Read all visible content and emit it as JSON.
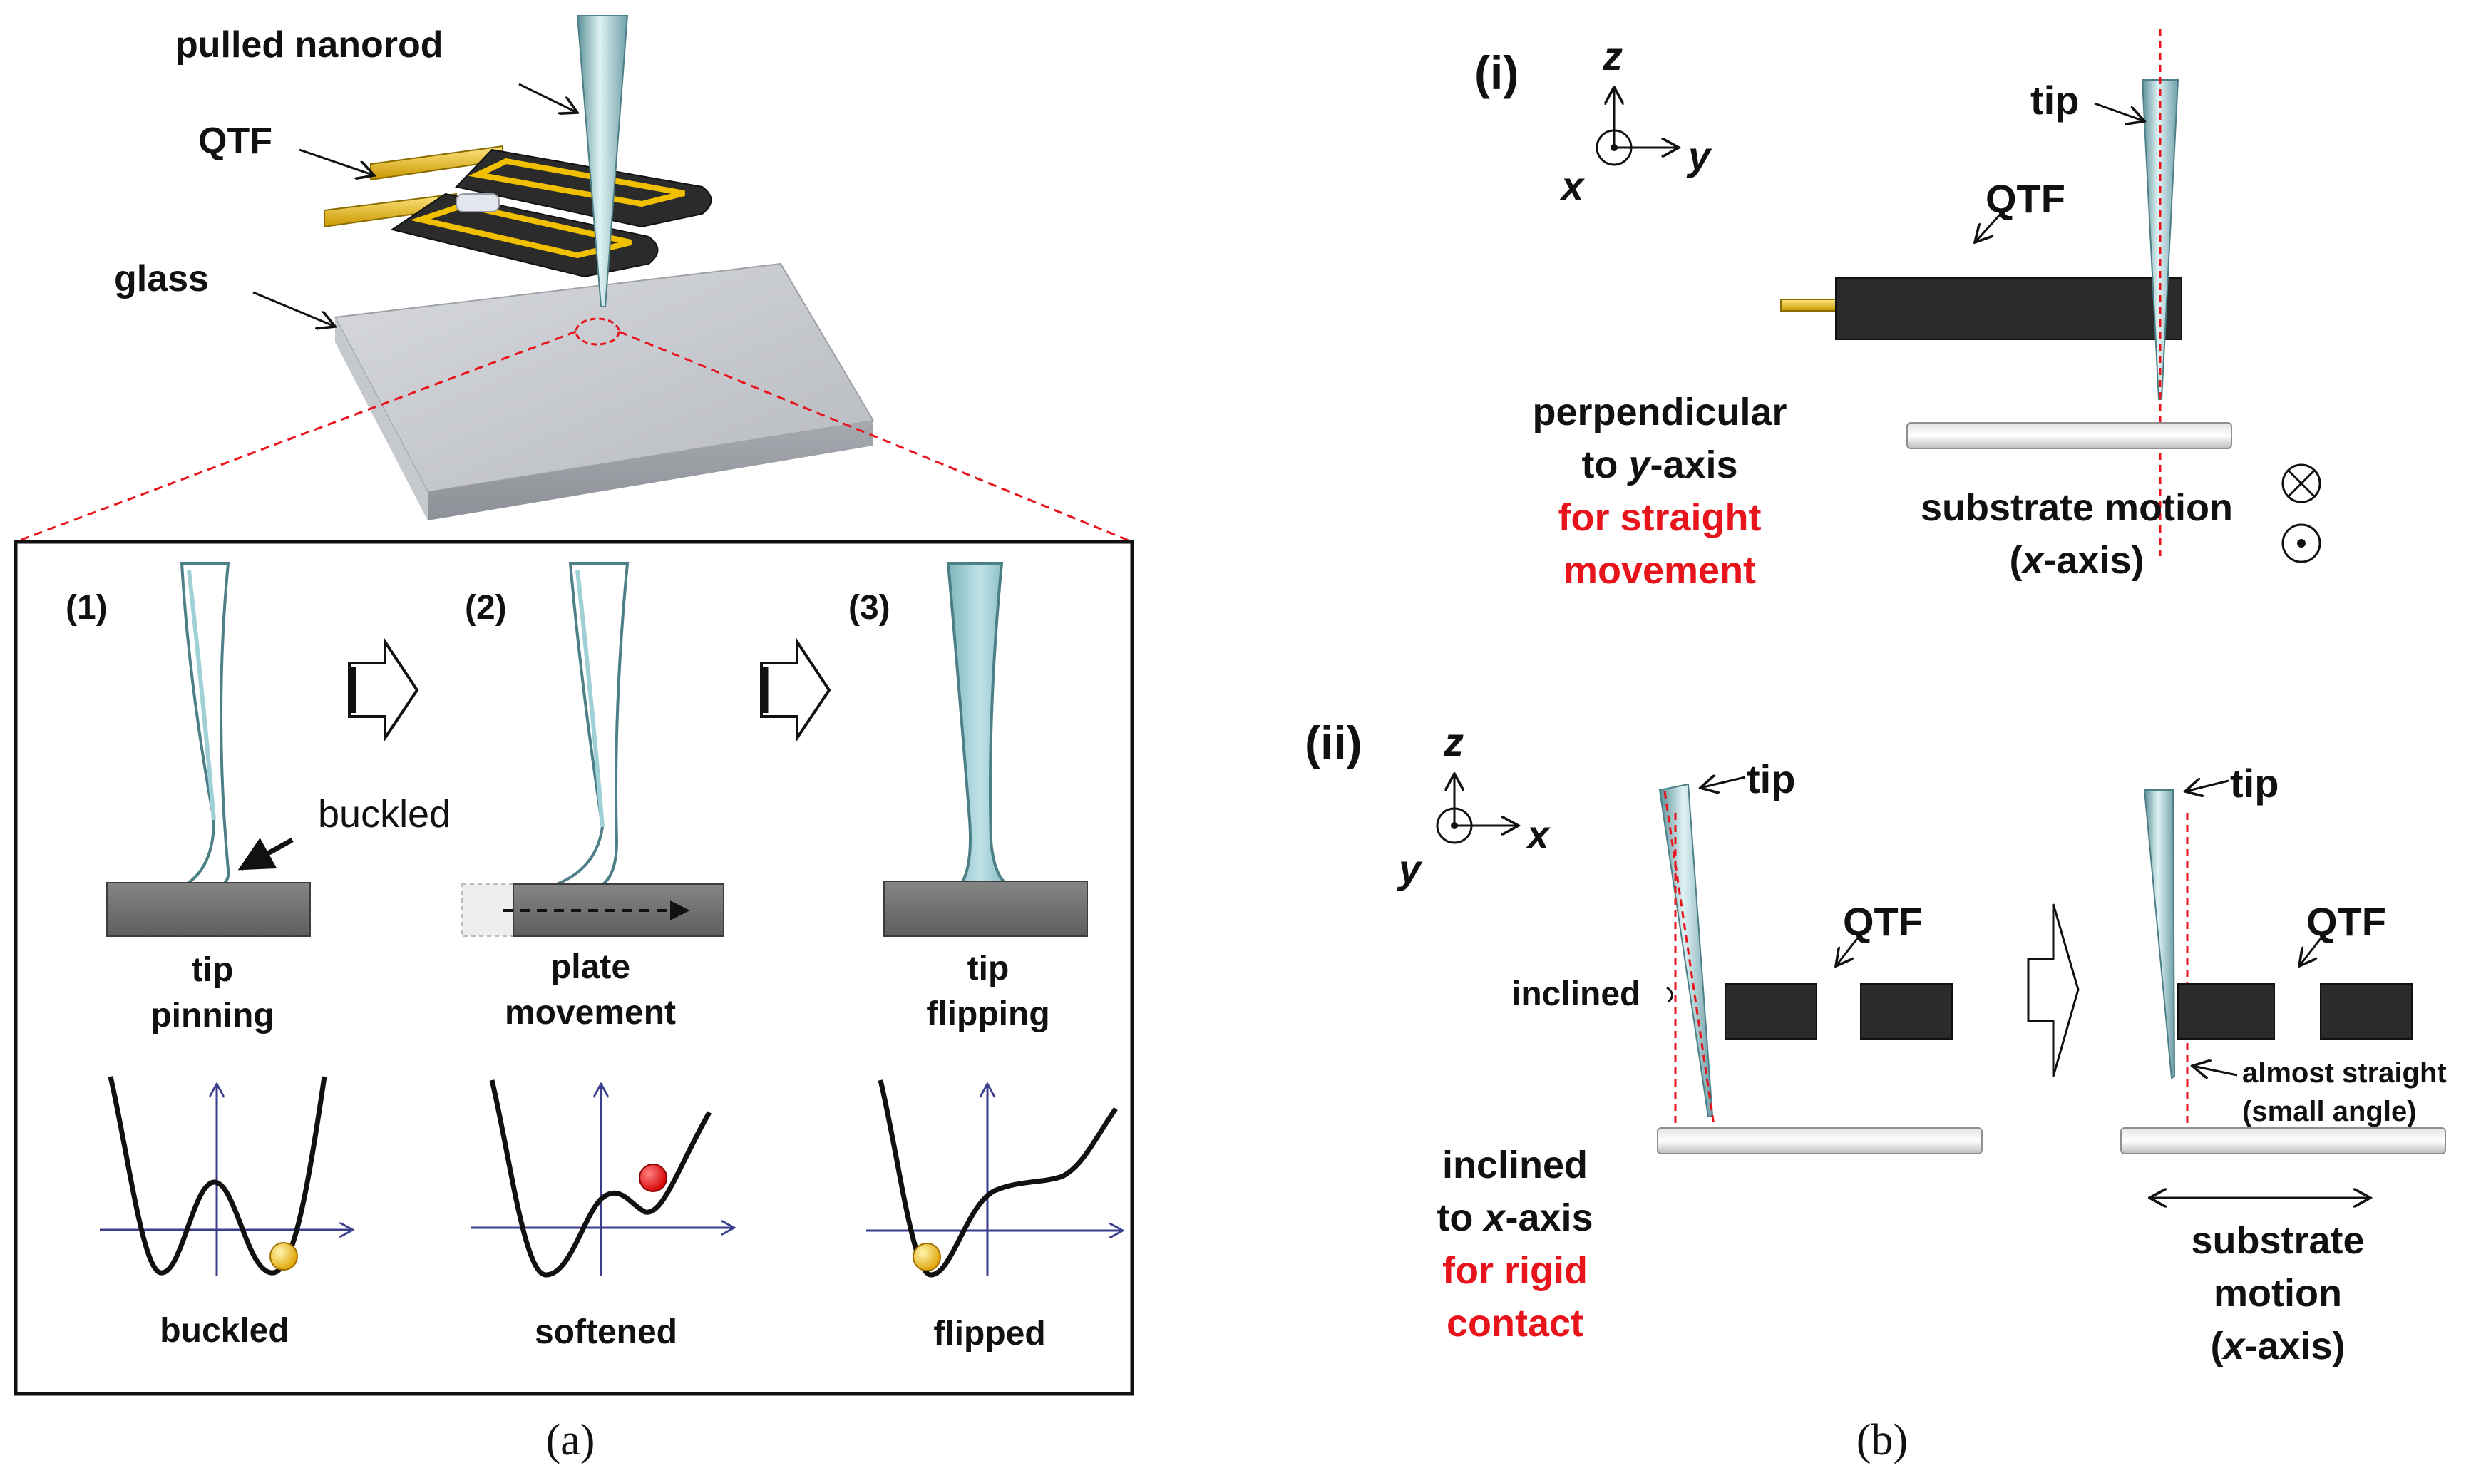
{
  "panel_a": {
    "label": "(a)",
    "top": {
      "nanorod_label": "pulled nanorod",
      "qtf_label": "QTF",
      "glass_label": "glass"
    },
    "steps": [
      {
        "number": "(1)",
        "caption_line1": "tip",
        "caption_line2": "pinning",
        "annotation": "buckled",
        "potential_label": "buckled"
      },
      {
        "number": "(2)",
        "caption_line1": "plate",
        "caption_line2": "movement",
        "potential_label": "softened"
      },
      {
        "number": "(3)",
        "caption_line1": "tip",
        "caption_line2": "flipping",
        "potential_label": "flipped"
      }
    ],
    "colors": {
      "inset_zoom_lines": "#e8141b",
      "axis": "#3a3e8c",
      "ball_buckled": "#f1b400",
      "ball_softened": "#e8141b",
      "ball_flipped": "#f1b400"
    }
  },
  "panel_b": {
    "label": "(b)",
    "part_i": {
      "label": "(i)",
      "axes": {
        "z": "z",
        "x": "x",
        "y": "y"
      },
      "tip_label": "tip",
      "qtf_label": "QTF",
      "note_line1": "perpendicular",
      "note_line2_pre": "to ",
      "note_line2_axis": "y",
      "note_line2_post": "-axis",
      "note_line3": "for straight",
      "note_line4": "movement",
      "motion_line1": "substrate motion",
      "motion_line2_pre": "(",
      "motion_line2_axis": "x",
      "motion_line2_post": "-axis)"
    },
    "part_ii": {
      "label": "(ii)",
      "axes": {
        "z": "z",
        "x": "x",
        "y": "y"
      },
      "tip_label_left": "tip",
      "tip_label_right": "tip",
      "qtf_label_left": "QTF",
      "qtf_label_right": "QTF",
      "inclined_label": "inclined",
      "straight_line1": "almost straight",
      "straight_line2": "(small angle)",
      "note_line1": "inclined",
      "note_line2_pre": "to ",
      "note_line2_axis": "x",
      "note_line2_post": "-axis",
      "note_line3": "for rigid",
      "note_line4": "contact",
      "motion_line1": "substrate",
      "motion_line2": "motion",
      "motion_line3_pre": "(",
      "motion_line3_axis": "x",
      "motion_line3_post": "-axis)"
    },
    "colors": {
      "highlight_text": "#e8141b",
      "guide_lines": "#e8141b",
      "qtf_body": "#2b2b2b",
      "electrode": "#f0c000"
    }
  }
}
